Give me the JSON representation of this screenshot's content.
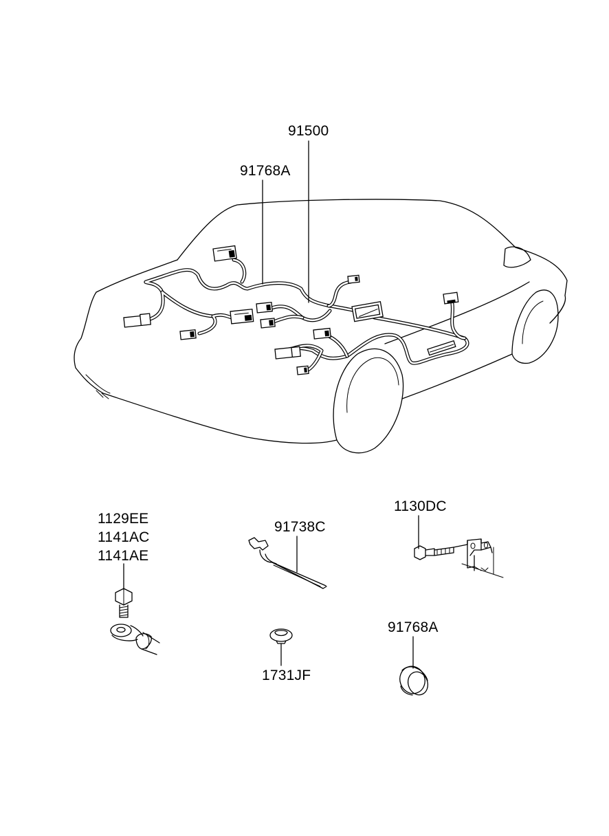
{
  "diagram": {
    "callouts": {
      "harness_main": "91500",
      "grommet_top": "91768A",
      "bolt_group": [
        "1129EE",
        "1141AC",
        "1141AE"
      ],
      "tie": "91738C",
      "bolt_bracket": "1130DC",
      "clip": "1731JF",
      "grommet_bottom": "91768A"
    }
  }
}
